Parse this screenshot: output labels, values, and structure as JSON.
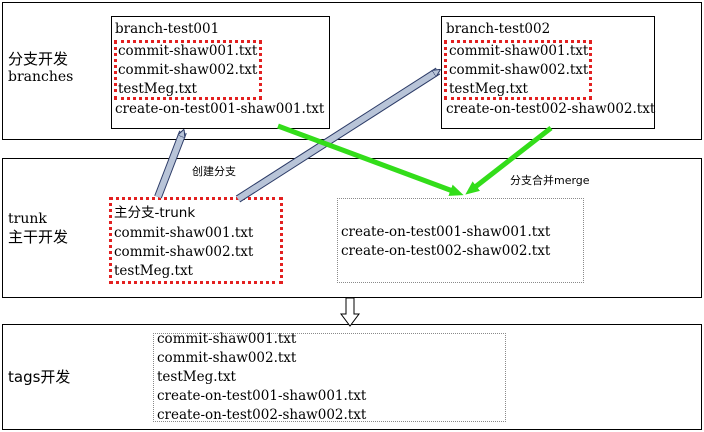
{
  "lanes": {
    "branches": {
      "label_zh": "分支开发",
      "label_en": "branches"
    },
    "trunk": {
      "label_en": "trunk",
      "label_zh": "主干开发"
    },
    "tags": {
      "label": "tags开发"
    }
  },
  "branch1": {
    "title": "branch-test001",
    "items": [
      "commit-shaw001.txt",
      "commit-shaw002.txt",
      "testMeg.txt"
    ],
    "extra": "create-on-test001-shaw001.txt"
  },
  "branch2": {
    "title": "branch-test002",
    "items": [
      "commit-shaw001.txt",
      "commit-shaw002.txt",
      "testMeg.txt"
    ],
    "extra": "create-on-test002-shaw002.txt"
  },
  "trunk": {
    "title": "主分支-trunk",
    "items": [
      "commit-shaw001.txt",
      "commit-shaw002.txt",
      "testMeg.txt"
    ]
  },
  "merged": {
    "items": [
      "create-on-test001-shaw001.txt",
      "create-on-test002-shaw002.txt"
    ]
  },
  "tags": {
    "items": [
      "commit-shaw001.txt",
      "commit-shaw002.txt",
      "testMeg.txt",
      "create-on-test001-shaw001.txt",
      "create-on-test002-shaw002.txt"
    ]
  },
  "annotations": {
    "create_branch": "创建分支",
    "merge": "分支合并merge"
  },
  "colors": {
    "branch_arrow": "#b8c4d8",
    "merge_arrow": "#33dd1a",
    "dotted_red": "#e32020",
    "dotted_gray": "#8a8a8a"
  }
}
